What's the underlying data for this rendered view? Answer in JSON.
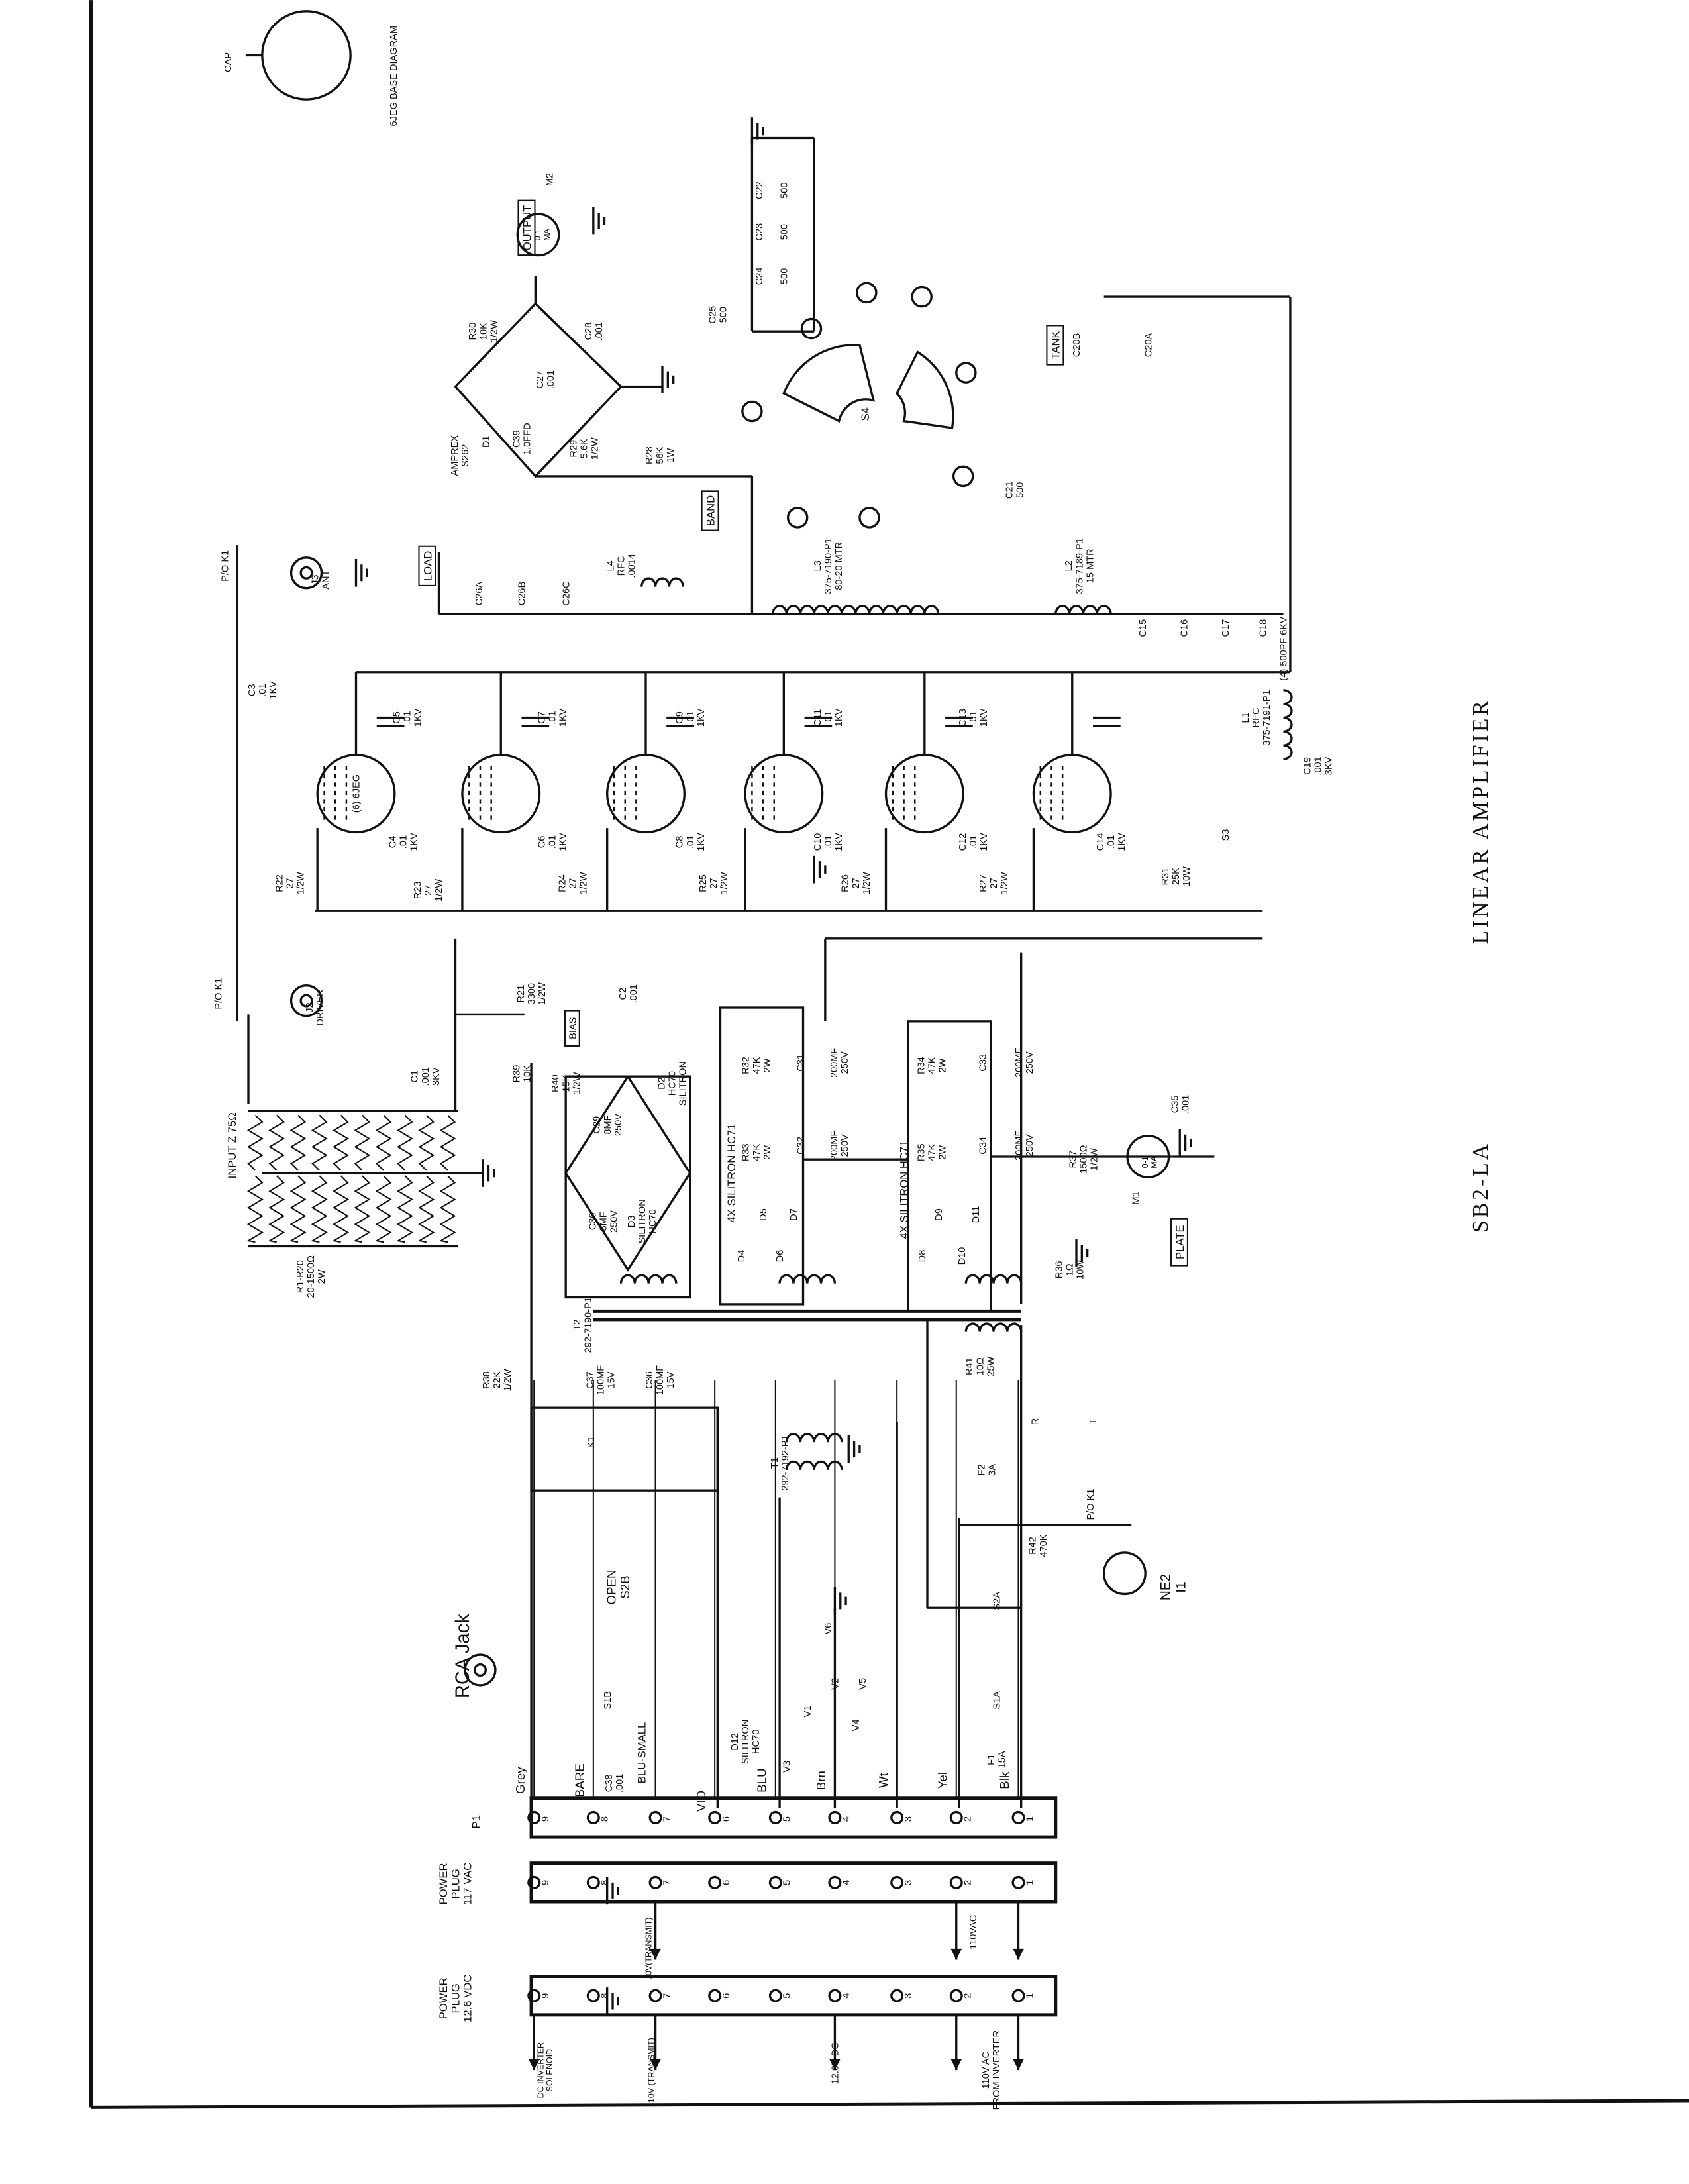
{
  "title": "LINEAR AMPLIFIER",
  "model": "SB2-LA",
  "labels": {
    "cap": "CAP",
    "base_diag": "6JEG BASE DIAGRAM",
    "output_box": "OUTPUT",
    "m2": "0-1\nMA",
    "m2_ref": "M2",
    "r30": "R30\n10K\n1/2W",
    "c28": "C28\n.001",
    "c27": "C27\n.001",
    "c39": "C39\n1.0FFD",
    "r29": "R29\n5.6K\n1/2W",
    "amprex": "AMPREX\nS262",
    "d1": "D1",
    "r28": "R28\n56K\n1W",
    "band_box": "BAND",
    "c25": "C25\n500",
    "c24": "C24",
    "c23": "C23",
    "c22": "C22",
    "c24v": "500",
    "c23v": "500",
    "c22v": "500",
    "s4": "S4",
    "c20b": "C20B",
    "tank_box": "TANK",
    "c20a": "C20A",
    "c21": "C21\n500",
    "l4": "L4\nRFC\n.0014",
    "l3": "L3\n375-7190-P1\n80-20 MTR",
    "l2": "L2\n375-7189-P1\n15 MTR",
    "c15": "C15",
    "c16": "C16",
    "c17": "C17",
    "c18": "C18",
    "c15_18": "(4) 500PF 6KV",
    "load_box": "LOAD",
    "c26a": "C26A",
    "c26b": "C26B",
    "c26c": "C26C",
    "pok1_ant": "P/O K1",
    "j3": "J3\nANT",
    "tubes": "(6) 6JEG",
    "c3": "C3\n.01\n1KV",
    "c4": "C4\n.01\n1KV",
    "c5": "C5\n.01\n1KV",
    "c6": "C6\n.01\n1KV",
    "c7": "C7\n.01\n1KV",
    "c8": "C8\n.01\n1KV",
    "c9": "C9\n.01\n1KV",
    "c10": "C10\n.01\n1KV",
    "c11": "C11\n.01\n1KV",
    "c12": "C12\n.01\n1KV",
    "c13": "C13\n.01\n1KV",
    "c14": "C14\n.01\n1KV",
    "r22": "R22\n27\n1/2W",
    "r23": "R23\n27\n1/2W",
    "r24": "R24\n27\n1/2W",
    "r25": "R25\n27\n1/2W",
    "r26": "R26\n27\n1/2W",
    "r27": "R27\n27\n1/2W",
    "l1": "L1\nRFC\n375-7191-P1",
    "c19": "C19\n.001\n3KV",
    "r31": "R31\n25K\n10W",
    "s3": "S3",
    "pok1_drv": "P/O K1",
    "j2": "J2\nDRIVER",
    "r21": "R21\n3300\n1/2W",
    "c2": "C2\n.001",
    "c1": "C1\n.001\n3KV",
    "input": "INPUT Z 75Ω",
    "r1_r20": "R1-R20\n20-1500Ω\n2W",
    "bias_box": "BIAS",
    "r39": "R39\n10K",
    "r40": "R40\n15K\n1/2W",
    "d2": "D2\nHC70\nSILITRON",
    "c29": "C29\n8MF\n250V",
    "c30": "C30\n8MF\n250V",
    "d3": "D3\nSILITRON\nHC70",
    "hc71_a": "4X SILITRON HC71",
    "r32": "R32\n47K\n2W",
    "r33": "R33\n47K\n2W",
    "c31": "C31",
    "c32": "C32",
    "c31v": "200MF\n250V",
    "c32v": "200MF\n250V",
    "d4": "D4",
    "d5": "D5",
    "d6": "D6",
    "d7": "D7",
    "hc71_b": "4X SILITRON HC71",
    "r34": "R34\n47K\n2W",
    "r35": "R35\n47K\n2W",
    "c33": "C33",
    "c34": "C34",
    "c33v": "200MF\n250V",
    "c34v": "200MF\n250V",
    "d8": "D8",
    "d9": "D9",
    "d10": "D10",
    "d11": "D11",
    "r37": "R37\n1500Ω\n1/2W",
    "c35": "C35\n.001",
    "m1": "0-1\nMA",
    "m1_ref": "M1",
    "plate_box": "PLATE",
    "r36": "R36\n1Ω\n10W",
    "t2": "T2\n292-7190-P1",
    "r38": "R38\n22K\n1/2W",
    "c37": "C37\n100MF\n15V",
    "c36": "C36\n100MF\n15V",
    "k1": "K1",
    "s2b": "OPEN\nS2B",
    "t1": "T1\n292-7192-P1",
    "r41": "R41\n10Ω\n25W",
    "r_contact": "R",
    "t_contact": "T",
    "f2": "F2\n3A",
    "pok1_pwr": "P/O K1",
    "r42": "R42\n470K",
    "ne2": "NE2\nI1",
    "s2a": "S2A",
    "s1a": "S1A",
    "f1": "F1\n15A",
    "rca": "RCA Jack",
    "s1b": "S1B",
    "c38": "C38\n.001",
    "d12": "D12\nSILITRON\nHC70",
    "v1": "V1",
    "v2": "V2",
    "v3": "V3",
    "v4": "V4",
    "v5": "V5",
    "v6": "V6",
    "p1": "P1",
    "pp117": "POWER\nPLUG\n117 VAC",
    "pp126": "POWER\nPLUG\n12.6 VDC",
    "v10_a": "10V(TRANSMIT)",
    "v110": "110VAC",
    "dcinv": "DC INVERTER\nSOLENOID",
    "v10_b": "10V (TRANSMIT)",
    "v126": "12.6V DC",
    "v110inv": "110V AC\nFROM INVERTER"
  },
  "wire_colors": [
    "Grey",
    "BARE",
    "BLU-SMALL",
    "VIO",
    "BLU",
    "Brn",
    "Wt",
    "Yel",
    "Blk"
  ],
  "p1_pins": [
    "9",
    "8",
    "7",
    "6",
    "5",
    "4",
    "3",
    "2",
    "1"
  ],
  "plug117_pins": [
    "9",
    "8",
    "7",
    "6",
    "5",
    "4",
    "3",
    "2",
    "1"
  ],
  "plug126_pins": [
    "9",
    "8",
    "7",
    "6",
    "5",
    "4",
    "3",
    "2",
    "1"
  ]
}
